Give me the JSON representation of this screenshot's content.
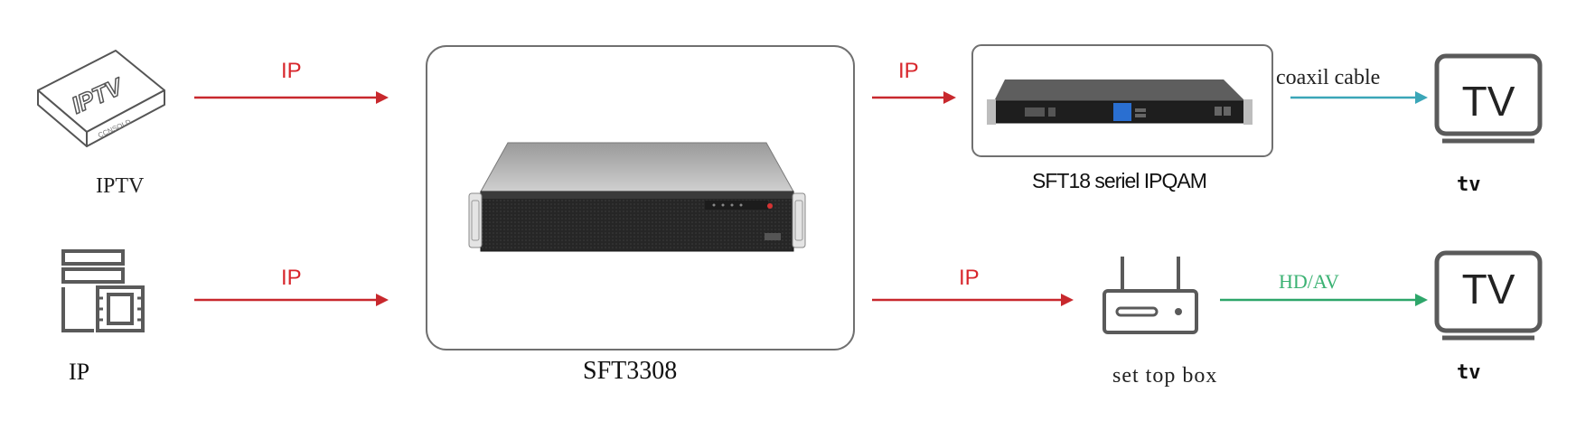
{
  "labels": {
    "iptv_source": "IPTV",
    "ip_source": "IP",
    "arrow_ip_1": "IP",
    "arrow_ip_2": "IP",
    "arrow_ip_3": "IP",
    "arrow_ip_4": "IP",
    "main_device": "SFT3308",
    "ipqam_device": "SFT18 seriel IPQAM",
    "coax_label": "coaxil cable",
    "hdav_label": "HD/AV",
    "set_top_box": "set top box",
    "tv_top": "tv",
    "tv_bottom": "tv",
    "tv_screen_top": "TV",
    "tv_screen_bottom": "TV",
    "iptv_box_print": "IPTV",
    "iptv_box_small": "CCNSOLD"
  },
  "colors": {
    "ip_arrow": "#c8282d",
    "coax_arrow": "#3aa6b8",
    "hdav_arrow": "#2ea66a",
    "hdav_text": "#3bb273",
    "device_border": "#707070",
    "icon_stroke": "#555555"
  },
  "icons": {
    "iptv_source": "iptv-box-icon",
    "ip_source": "server-media-icon",
    "tv": "tv-icon",
    "set_top_box": "router-icon"
  }
}
